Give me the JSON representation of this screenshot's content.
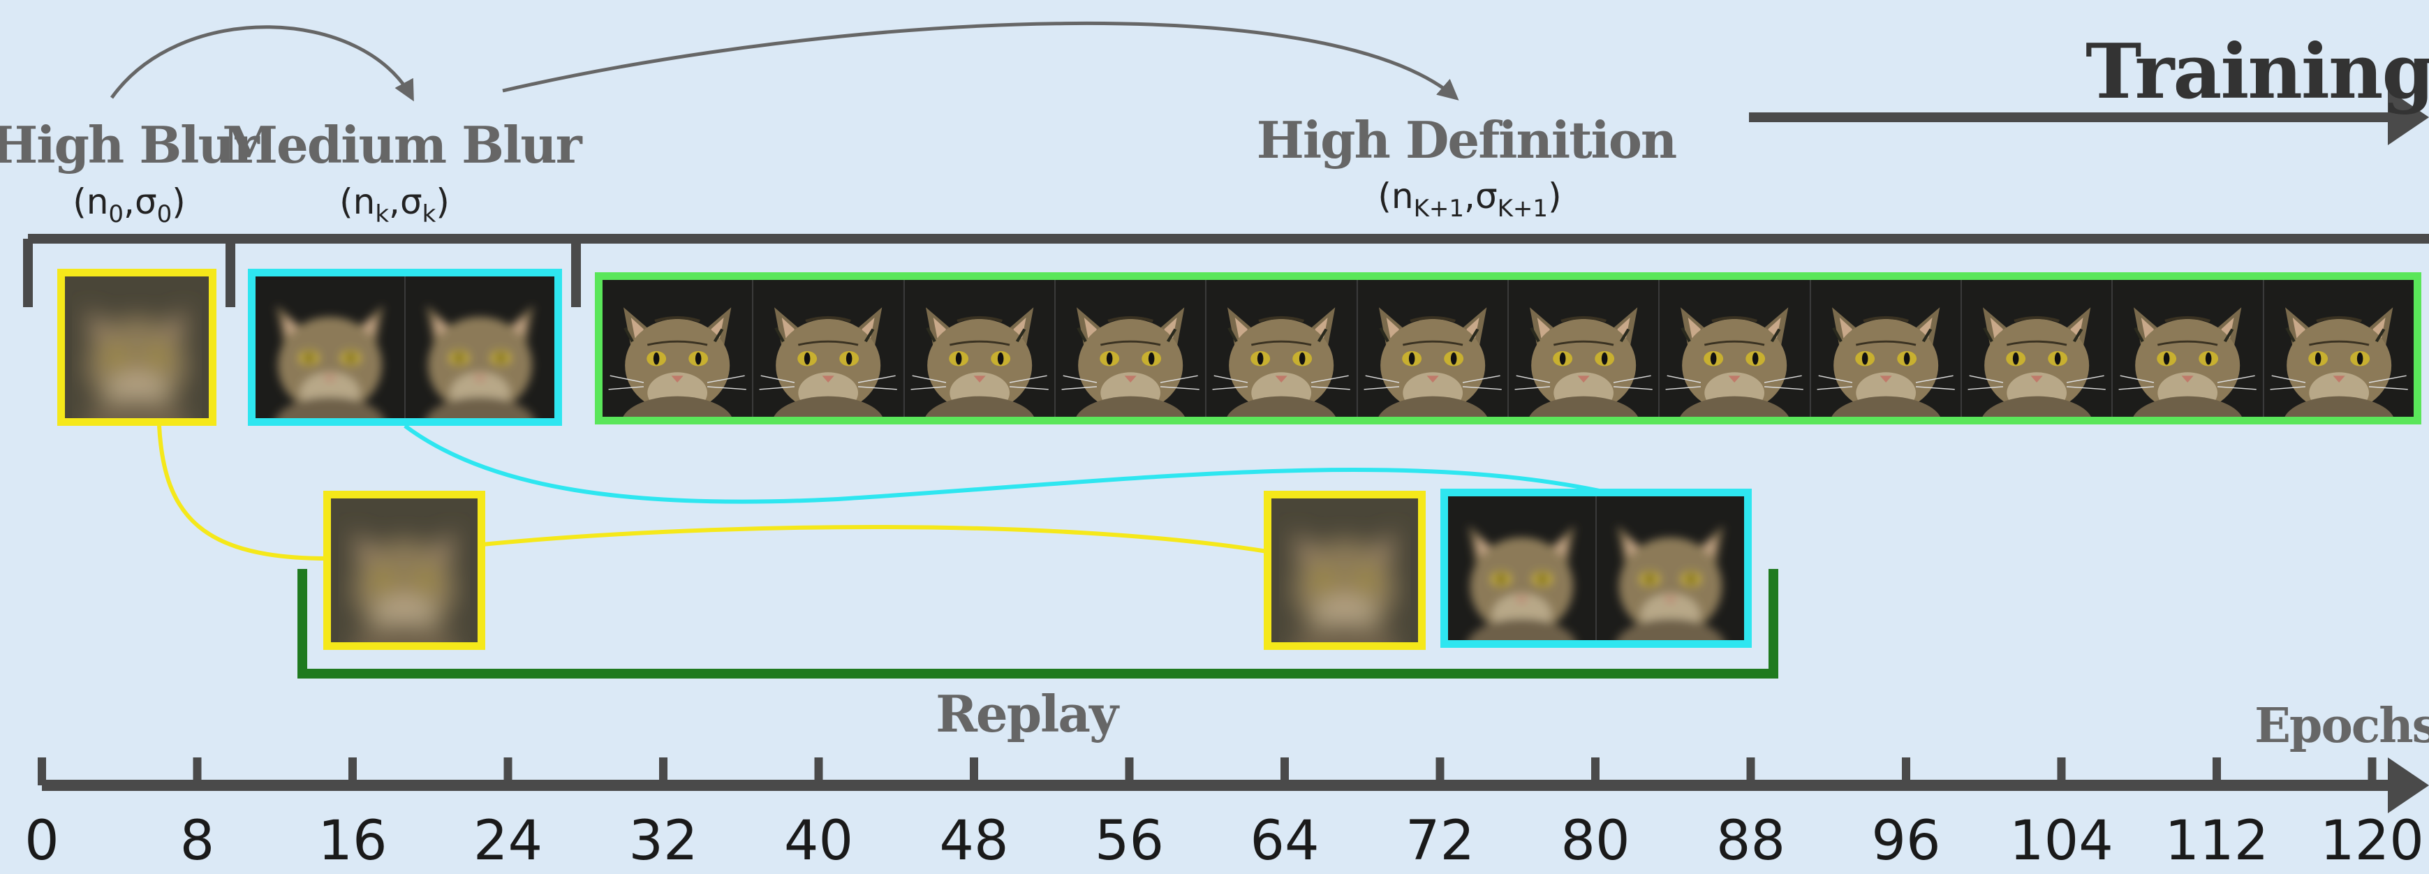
{
  "title": "Training",
  "axis_label": "Epochs",
  "axis_ticks": [
    "0",
    "8",
    "16",
    "24",
    "32",
    "40",
    "48",
    "56",
    "64",
    "72",
    "80",
    "88",
    "96",
    "104",
    "112",
    "120"
  ],
  "stages": [
    {
      "name": "High Blur",
      "params_base": "(n",
      "params_sub1": "0",
      "params_mid": ",σ",
      "params_sub2": "0",
      "params_end": ")"
    },
    {
      "name": "Medium Blur",
      "params_base": "(n",
      "params_sub1": "k",
      "params_mid": ",σ",
      "params_sub2": "k",
      "params_end": ")"
    },
    {
      "name": "High Definition",
      "params_base": "(n",
      "params_sub1": "K+1",
      "params_mid": ",σ",
      "params_sub2": "K+1",
      "params_end": ")"
    }
  ],
  "replay_label": "Replay",
  "colors": {
    "high_blur": "#f5e81a",
    "medium_blur": "#2ee6f0",
    "high_definition": "#5ae65a",
    "replay": "#1f7a1f",
    "axis": "#4a4a4a",
    "background": "#dbe9f6"
  },
  "frames": {
    "high_blur_count": 1,
    "medium_blur_count": 2,
    "high_definition_count": 12,
    "replay_high_blur_count": 2,
    "replay_medium_blur_count": 2
  }
}
